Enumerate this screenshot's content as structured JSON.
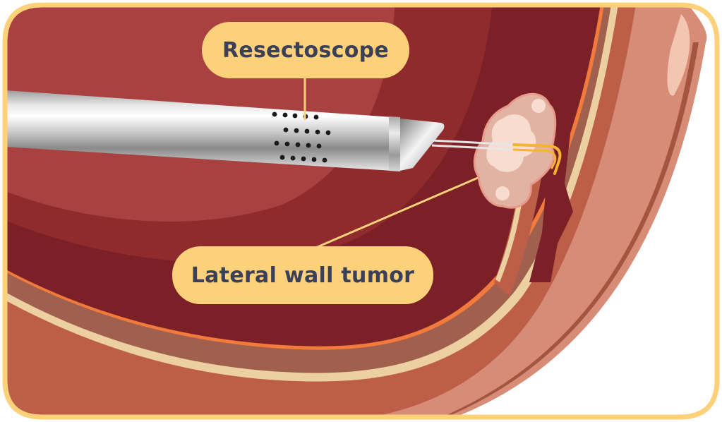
{
  "figure": {
    "title": "Resectoscope removing a lateral wall bladder tumor",
    "labels": {
      "instrument": "Resectoscope",
      "tumor": "Lateral wall tumor"
    }
  },
  "colors": {
    "frame_border": "#fdd07a",
    "label_fill": "#fdd07a",
    "label_text": "#3a4058",
    "lumen_light": "#a84140",
    "lumen_mid": "#8f2b2d",
    "lumen_dark": "#7b2027",
    "mucosa_line": "#f27a3c",
    "submucosa": "#a0604d",
    "fat_layer": "#ecd0a2",
    "muscle_layer": "#bd5e48",
    "outer_wall": "#d68c77",
    "tumor_fill": "#e2b3a3",
    "tumor_light": "#f7dcd0",
    "loop_wire": "#f6b232",
    "metal_light": "#f0f0f0",
    "metal_dark": "#8e8e8e"
  }
}
